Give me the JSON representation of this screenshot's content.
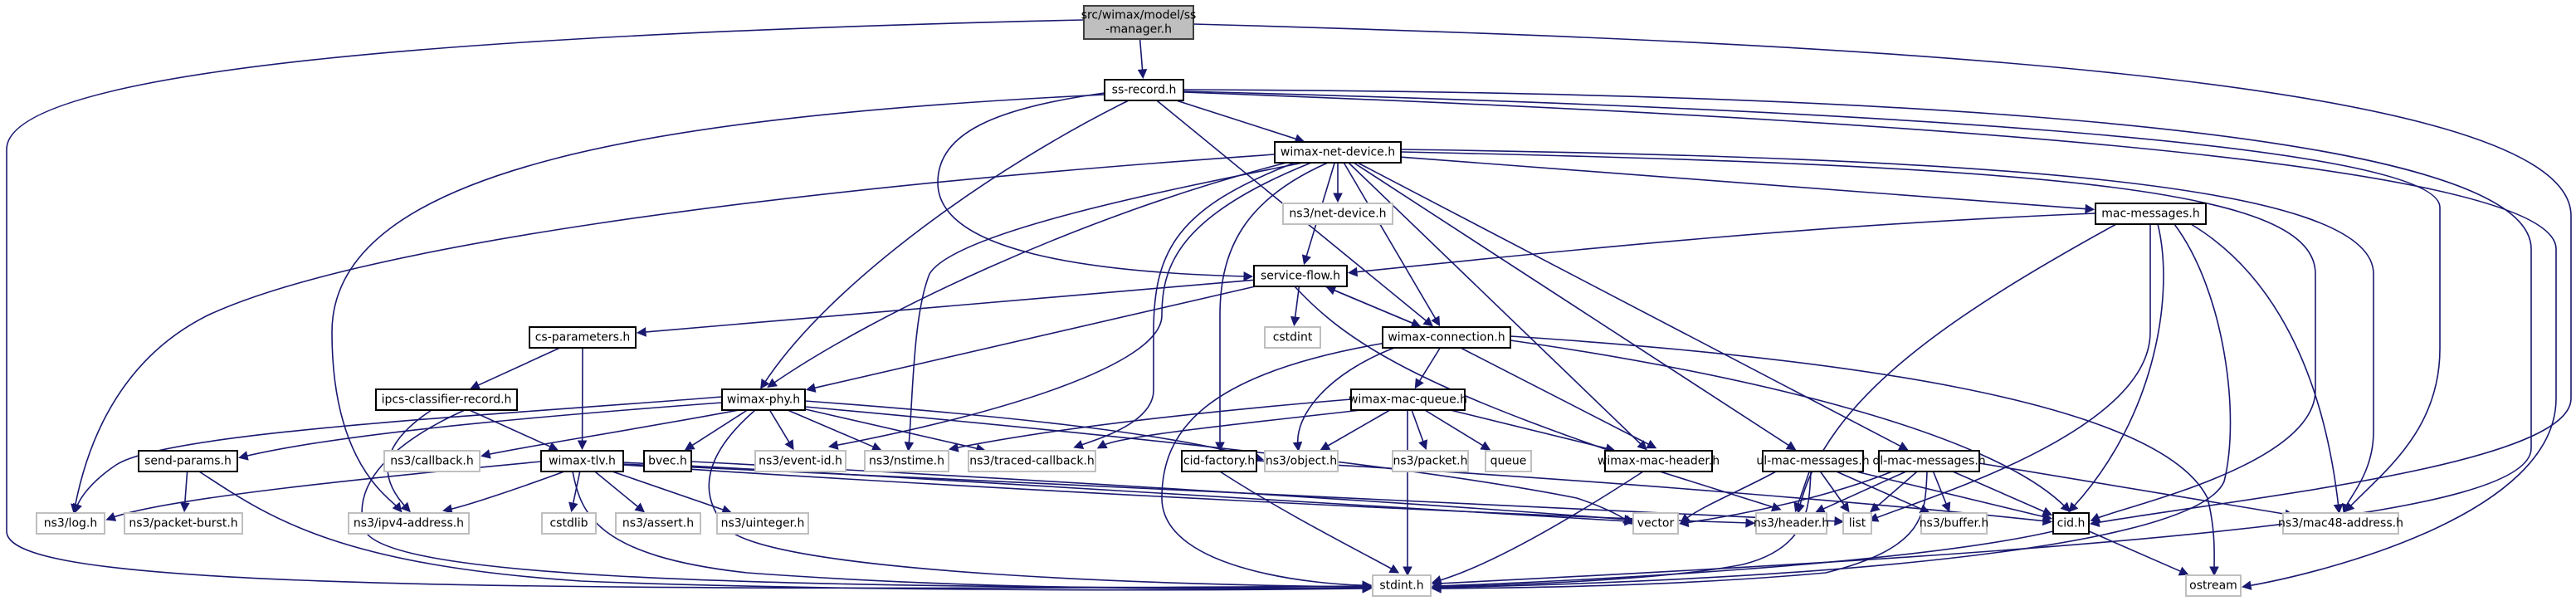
{
  "diagram": {
    "type": "include-dependency-graph",
    "root": "src/wimax/model/ss-manager.h",
    "colors": {
      "edge": "#191970",
      "root_fill": "#bfbfbf",
      "local_border": "#000000",
      "external_border": "#bfbfbf"
    },
    "nodes": [
      {
        "id": "root",
        "lines": [
          "src/wimax/model/ss",
          "-manager.h"
        ],
        "kind": "root"
      },
      {
        "id": "ss-record",
        "lines": [
          "ss-record.h"
        ],
        "kind": "local"
      },
      {
        "id": "wimax-net-device",
        "lines": [
          "wimax-net-device.h"
        ],
        "kind": "local"
      },
      {
        "id": "ns3-net-device",
        "lines": [
          "ns3/net-device.h"
        ],
        "kind": "external"
      },
      {
        "id": "mac-messages",
        "lines": [
          "mac-messages.h"
        ],
        "kind": "local"
      },
      {
        "id": "service-flow",
        "lines": [
          "service-flow.h"
        ],
        "kind": "local"
      },
      {
        "id": "cstdint",
        "lines": [
          "cstdint"
        ],
        "kind": "external"
      },
      {
        "id": "wimax-connection",
        "lines": [
          "wimax-connection.h"
        ],
        "kind": "local"
      },
      {
        "id": "cs-parameters",
        "lines": [
          "cs-parameters.h"
        ],
        "kind": "local"
      },
      {
        "id": "ipcs-classifier-record",
        "lines": [
          "ipcs-classifier-record.h"
        ],
        "kind": "local"
      },
      {
        "id": "wimax-phy",
        "lines": [
          "wimax-phy.h"
        ],
        "kind": "local"
      },
      {
        "id": "wimax-mac-queue",
        "lines": [
          "wimax-mac-queue.h"
        ],
        "kind": "local"
      },
      {
        "id": "send-params",
        "lines": [
          "send-params.h"
        ],
        "kind": "local"
      },
      {
        "id": "ns3-callback",
        "lines": [
          "ns3/callback.h"
        ],
        "kind": "external"
      },
      {
        "id": "wimax-tlv",
        "lines": [
          "wimax-tlv.h"
        ],
        "kind": "local"
      },
      {
        "id": "bvec",
        "lines": [
          "bvec.h"
        ],
        "kind": "local"
      },
      {
        "id": "ns3-event-id",
        "lines": [
          "ns3/event-id.h"
        ],
        "kind": "external"
      },
      {
        "id": "ns3-nstime",
        "lines": [
          "ns3/nstime.h"
        ],
        "kind": "external"
      },
      {
        "id": "ns3-traced-callback",
        "lines": [
          "ns3/traced-callback.h"
        ],
        "kind": "external"
      },
      {
        "id": "cid-factory",
        "lines": [
          "cid-factory.h"
        ],
        "kind": "local"
      },
      {
        "id": "ns3-object",
        "lines": [
          "ns3/object.h"
        ],
        "kind": "external"
      },
      {
        "id": "ns3-packet",
        "lines": [
          "ns3/packet.h"
        ],
        "kind": "external"
      },
      {
        "id": "queue",
        "lines": [
          "queue"
        ],
        "kind": "external"
      },
      {
        "id": "wimax-mac-header",
        "lines": [
          "wimax-mac-header.h"
        ],
        "kind": "local"
      },
      {
        "id": "ul-mac-messages",
        "lines": [
          "ul-mac-messages.h"
        ],
        "kind": "local"
      },
      {
        "id": "dl-mac-messages",
        "lines": [
          "dl-mac-messages.h"
        ],
        "kind": "local"
      },
      {
        "id": "ns3-log",
        "lines": [
          "ns3/log.h"
        ],
        "kind": "external"
      },
      {
        "id": "ns3-packet-burst",
        "lines": [
          "ns3/packet-burst.h"
        ],
        "kind": "external"
      },
      {
        "id": "ns3-ipv4-address",
        "lines": [
          "ns3/ipv4-address.h"
        ],
        "kind": "external"
      },
      {
        "id": "cstdlib",
        "lines": [
          "cstdlib"
        ],
        "kind": "external"
      },
      {
        "id": "ns3-assert",
        "lines": [
          "ns3/assert.h"
        ],
        "kind": "external"
      },
      {
        "id": "ns3-uinteger",
        "lines": [
          "ns3/uinteger.h"
        ],
        "kind": "external"
      },
      {
        "id": "vector",
        "lines": [
          "vector"
        ],
        "kind": "external"
      },
      {
        "id": "ns3-header",
        "lines": [
          "ns3/header.h"
        ],
        "kind": "external"
      },
      {
        "id": "list",
        "lines": [
          "list"
        ],
        "kind": "external"
      },
      {
        "id": "ns3-buffer",
        "lines": [
          "ns3/buffer.h"
        ],
        "kind": "external"
      },
      {
        "id": "cid",
        "lines": [
          "cid.h"
        ],
        "kind": "local"
      },
      {
        "id": "ns3-mac48-address",
        "lines": [
          "ns3/mac48-address.h"
        ],
        "kind": "external"
      },
      {
        "id": "stdint",
        "lines": [
          "stdint.h"
        ],
        "kind": "external"
      },
      {
        "id": "ostream",
        "lines": [
          "ostream"
        ],
        "kind": "external"
      }
    ],
    "edges": [
      [
        "root",
        "ss-record"
      ],
      [
        "root",
        "stdint"
      ],
      [
        "root",
        "cid"
      ],
      [
        "ss-record",
        "wimax-net-device"
      ],
      [
        "ss-record",
        "service-flow"
      ],
      [
        "ss-record",
        "wimax-connection"
      ],
      [
        "ss-record",
        "wimax-phy"
      ],
      [
        "ss-record",
        "ns3-ipv4-address"
      ],
      [
        "ss-record",
        "stdint"
      ],
      [
        "ss-record",
        "ns3-mac48-address"
      ],
      [
        "ss-record",
        "ostream"
      ],
      [
        "wimax-net-device",
        "ns3-net-device"
      ],
      [
        "wimax-net-device",
        "mac-messages"
      ],
      [
        "wimax-net-device",
        "service-flow"
      ],
      [
        "wimax-net-device",
        "wimax-connection"
      ],
      [
        "wimax-net-device",
        "wimax-phy"
      ],
      [
        "wimax-net-device",
        "ns3-log"
      ],
      [
        "wimax-net-device",
        "ns3-event-id"
      ],
      [
        "wimax-net-device",
        "ns3-nstime"
      ],
      [
        "wimax-net-device",
        "ns3-traced-callback"
      ],
      [
        "wimax-net-device",
        "cid-factory"
      ],
      [
        "wimax-net-device",
        "wimax-mac-header"
      ],
      [
        "wimax-net-device",
        "ul-mac-messages"
      ],
      [
        "wimax-net-device",
        "dl-mac-messages"
      ],
      [
        "wimax-net-device",
        "cid"
      ],
      [
        "wimax-net-device",
        "ns3-mac48-address"
      ],
      [
        "mac-messages",
        "service-flow"
      ],
      [
        "mac-messages",
        "ns3-header"
      ],
      [
        "mac-messages",
        "list"
      ],
      [
        "mac-messages",
        "cid"
      ],
      [
        "mac-messages",
        "stdint"
      ],
      [
        "mac-messages",
        "ns3-mac48-address"
      ],
      [
        "service-flow",
        "cs-parameters"
      ],
      [
        "service-flow",
        "wimax-phy"
      ],
      [
        "service-flow",
        "cstdint"
      ],
      [
        "service-flow",
        "wimax-connection"
      ],
      [
        "service-flow",
        "wimax-mac-header"
      ],
      [
        "wimax-connection",
        "service-flow"
      ],
      [
        "wimax-connection",
        "wimax-mac-queue"
      ],
      [
        "wimax-connection",
        "ns3-object"
      ],
      [
        "wimax-connection",
        "wimax-mac-header"
      ],
      [
        "wimax-connection",
        "stdint"
      ],
      [
        "wimax-connection",
        "cid"
      ],
      [
        "wimax-connection",
        "ostream"
      ],
      [
        "cs-parameters",
        "ipcs-classifier-record"
      ],
      [
        "cs-parameters",
        "wimax-tlv"
      ],
      [
        "ipcs-classifier-record",
        "wimax-tlv"
      ],
      [
        "ipcs-classifier-record",
        "ns3-ipv4-address"
      ],
      [
        "ipcs-classifier-record",
        "stdint"
      ],
      [
        "wimax-phy",
        "send-params"
      ],
      [
        "wimax-phy",
        "ns3-callback"
      ],
      [
        "wimax-phy",
        "bvec"
      ],
      [
        "wimax-phy",
        "ns3-event-id"
      ],
      [
        "wimax-phy",
        "ns3-nstime"
      ],
      [
        "wimax-phy",
        "ns3-traced-callback"
      ],
      [
        "wimax-phy",
        "ns3-object"
      ],
      [
        "wimax-phy",
        "ns3-log"
      ],
      [
        "wimax-phy",
        "stdint"
      ],
      [
        "wimax-phy",
        "vector"
      ],
      [
        "wimax-mac-queue",
        "ns3-nstime"
      ],
      [
        "wimax-mac-queue",
        "ns3-traced-callback"
      ],
      [
        "wimax-mac-queue",
        "ns3-object"
      ],
      [
        "wimax-mac-queue",
        "ns3-packet"
      ],
      [
        "wimax-mac-queue",
        "queue"
      ],
      [
        "wimax-mac-queue",
        "wimax-mac-header"
      ],
      [
        "wimax-mac-queue",
        "stdint"
      ],
      [
        "send-params",
        "ns3-packet-burst"
      ],
      [
        "send-params",
        "stdint"
      ],
      [
        "wimax-tlv",
        "ns3-log"
      ],
      [
        "wimax-tlv",
        "ns3-ipv4-address"
      ],
      [
        "wimax-tlv",
        "cstdlib"
      ],
      [
        "wimax-tlv",
        "ns3-assert"
      ],
      [
        "wimax-tlv",
        "ns3-uinteger"
      ],
      [
        "wimax-tlv",
        "vector"
      ],
      [
        "wimax-tlv",
        "ns3-header"
      ],
      [
        "wimax-tlv",
        "list"
      ],
      [
        "wimax-tlv",
        "stdint"
      ],
      [
        "bvec",
        "vector"
      ],
      [
        "cid-factory",
        "cid"
      ],
      [
        "cid-factory",
        "stdint"
      ],
      [
        "wimax-mac-header",
        "ns3-header"
      ],
      [
        "wimax-mac-header",
        "stdint"
      ],
      [
        "ul-mac-messages",
        "ns3-header"
      ],
      [
        "ul-mac-messages",
        "list"
      ],
      [
        "ul-mac-messages",
        "ns3-buffer"
      ],
      [
        "ul-mac-messages",
        "cid"
      ],
      [
        "ul-mac-messages",
        "vector"
      ],
      [
        "ul-mac-messages",
        "stdint"
      ],
      [
        "dl-mac-messages",
        "ns3-header"
      ],
      [
        "dl-mac-messages",
        "list"
      ],
      [
        "dl-mac-messages",
        "ns3-buffer"
      ],
      [
        "dl-mac-messages",
        "cid"
      ],
      [
        "dl-mac-messages",
        "ns3-mac48-address"
      ],
      [
        "dl-mac-messages",
        "vector"
      ],
      [
        "dl-mac-messages",
        "stdint"
      ],
      [
        "cid",
        "stdint"
      ],
      [
        "cid",
        "ostream"
      ]
    ]
  }
}
